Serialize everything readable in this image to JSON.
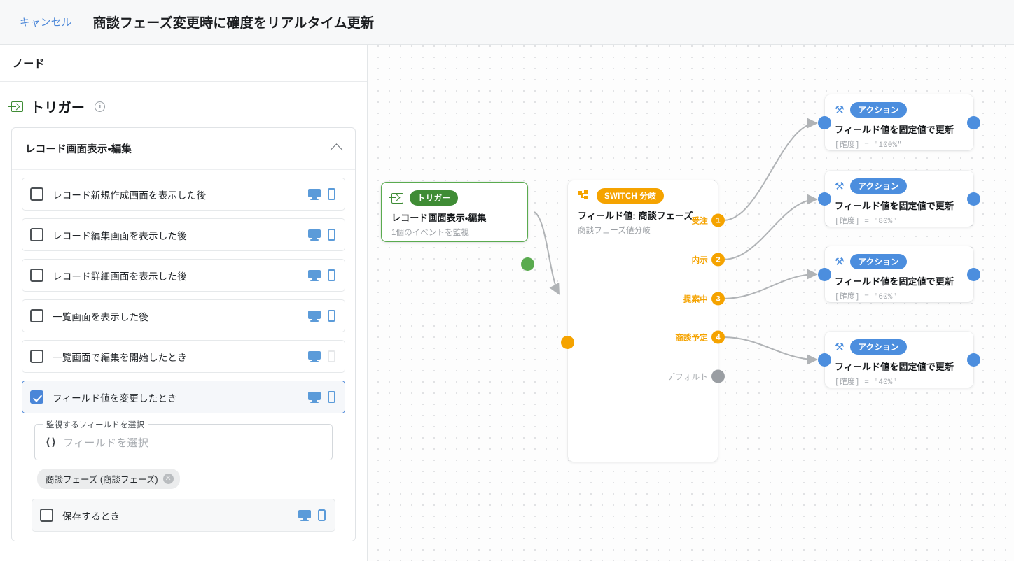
{
  "header": {
    "cancel_label": "キャンセル",
    "title": "商談フェーズ変更時に確度をリアルタイム更新"
  },
  "sidebar": {
    "panel_title": "ノード",
    "trigger_section_label": "トリガー",
    "info_icon": "info-icon",
    "group": {
      "title": "レコード画面表示・編集",
      "collapse_icon": "chevron-up-icon",
      "options": [
        {
          "label": "レコード新規作成画面を表示した後",
          "checked": false,
          "desktop": true,
          "mobile": true
        },
        {
          "label": "レコード編集画面を表示した後",
          "checked": false,
          "desktop": true,
          "mobile": true
        },
        {
          "label": "レコード詳細画面を表示した後",
          "checked": false,
          "desktop": true,
          "mobile": true
        },
        {
          "label": "一覧画面を表示した後",
          "checked": false,
          "desktop": true,
          "mobile": true
        },
        {
          "label": "一覧画面で編集を開始したとき",
          "checked": false,
          "desktop": true,
          "mobile": false
        },
        {
          "label": "フィールド値を変更したとき",
          "checked": true,
          "desktop": true,
          "mobile": true
        }
      ],
      "save_option": {
        "label": "保存するとき",
        "checked": false,
        "desktop": true,
        "mobile": true
      }
    },
    "field_picker": {
      "legend": "監視するフィールドを選択",
      "placeholder": "フィールドを選択",
      "value": "",
      "code_icon": "code-brackets-icon",
      "chips": [
        {
          "label": "商談フェーズ (商談フェーズ)",
          "remove_icon": "close-circle-icon"
        }
      ]
    }
  },
  "canvas": {
    "nodes": {
      "trigger": {
        "badge": "トリガー",
        "title": "レコード画面表示・編集",
        "subtitle": "1個のイベントを監視",
        "icon": "trigger-login-icon",
        "border_color": "#5aab4f"
      },
      "switch": {
        "badge": "SWITCH 分岐",
        "title": "フィールド値: 商談フェーズ",
        "subtitle": "商談フェーズ値分岐",
        "icon": "switch-branch-icon",
        "accent_color": "#f5a300",
        "branches": [
          {
            "label": "受注",
            "number": "1"
          },
          {
            "label": "内示",
            "number": "2"
          },
          {
            "label": "提案中",
            "number": "3"
          },
          {
            "label": "商談予定",
            "number": "4"
          },
          {
            "label": "デフォルト",
            "number": ""
          }
        ]
      },
      "actions": [
        {
          "badge": "アクション",
          "title": "フィールド値を固定値で更新",
          "expression": "[確度] = \"100%\"",
          "icon": "wrench-icon"
        },
        {
          "badge": "アクション",
          "title": "フィールド値を固定値で更新",
          "expression": "[確度] = \"80%\"",
          "icon": "wrench-icon"
        },
        {
          "badge": "アクション",
          "title": "フィールド値を固定値で更新",
          "expression": "[確度] = \"60%\"",
          "icon": "wrench-icon"
        },
        {
          "badge": "アクション",
          "title": "フィールド値を固定値で更新",
          "expression": "[確度] = \"40%\"",
          "icon": "wrench-icon"
        }
      ]
    },
    "colors": {
      "trigger": "#5aab4f",
      "switch": "#f5a300",
      "action": "#4c8ede",
      "default": "#9a9ea3",
      "edge": "#b0b3b6"
    }
  }
}
